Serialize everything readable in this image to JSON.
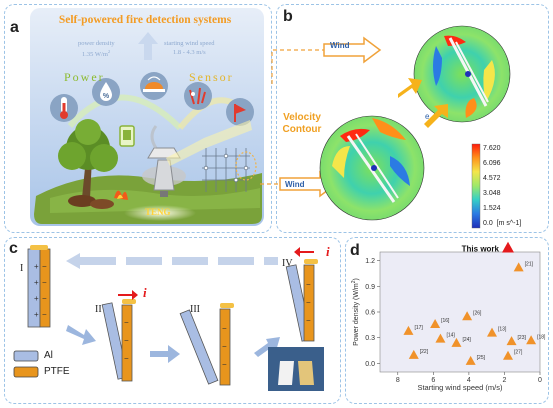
{
  "panels": {
    "a": "a",
    "b": "b",
    "c": "c",
    "d": "d"
  },
  "panel_a": {
    "title": "Self-powered fire detection systems",
    "power_density_label": "power density",
    "power_density_value": "1.35 W/m",
    "power_density_sup": "2",
    "starting_wind_label": "starting wind speed",
    "starting_wind_value": "1.8 - 4.3 m/s",
    "power_label": "Power",
    "sensor_label": "Sensor",
    "teng_label": "TENG",
    "icons": [
      "thermometer-icon",
      "humidity-icon",
      "alarm-icon",
      "wiring-icon",
      "flag-icon",
      "phone-icon"
    ]
  },
  "panel_b": {
    "wind_label_1": "Wind",
    "wind_label_2": "Wind",
    "velocity_label_1": "Velocity",
    "velocity_label_2": "Contour",
    "arrow_letter": "e",
    "colorbar_ticks": [
      "7.620",
      "6.096",
      "4.572",
      "3.048",
      "1.524",
      "0.0  [m s^-1]"
    ],
    "colorbar_colors": [
      "#ff1b0b",
      "#ff8f1a",
      "#f4e64a",
      "#9de86a",
      "#36d0c6",
      "#2b7be3",
      "#1f2fb8"
    ]
  },
  "panel_c": {
    "stages": [
      "I",
      "II",
      "III",
      "IV"
    ],
    "current_symbol": "i",
    "legend": [
      {
        "label": "Al",
        "color": "#a9bde3"
      },
      {
        "label": "PTFE",
        "color": "#e8951d"
      }
    ]
  },
  "panel_d": {
    "highlight_label": "This work"
  },
  "chart_data": {
    "type": "scatter",
    "title": "",
    "xlabel": "Starting wind speed (m/s)",
    "ylabel": "Power density (W/m2)",
    "x_ticks": [
      "8",
      "6",
      "4",
      "2",
      "0"
    ],
    "y_ticks": [
      "0.0",
      "0.3",
      "0.6",
      "0.9",
      "1.2"
    ],
    "xlim": [
      9,
      0
    ],
    "ylim": [
      -0.1,
      1.3
    ],
    "x_reversed": true,
    "grid": false,
    "colors": {
      "points": "#f0922a",
      "highlight": "#e41a1c"
    },
    "points": [
      {
        "label": "[17]",
        "x": 7.4,
        "y": 0.38
      },
      {
        "label": "[16]",
        "x": 5.9,
        "y": 0.46
      },
      {
        "label": "[26]",
        "x": 4.1,
        "y": 0.55
      },
      {
        "label": "[14]",
        "x": 5.6,
        "y": 0.29
      },
      {
        "label": "[24]",
        "x": 4.7,
        "y": 0.24
      },
      {
        "label": "[22]",
        "x": 7.1,
        "y": 0.1
      },
      {
        "label": "[25]",
        "x": 3.9,
        "y": 0.03
      },
      {
        "label": "[13]",
        "x": 2.7,
        "y": 0.36
      },
      {
        "label": "[27]",
        "x": 1.8,
        "y": 0.09
      },
      {
        "label": "[23]",
        "x": 1.6,
        "y": 0.26
      },
      {
        "label": "[18]",
        "x": 0.5,
        "y": 0.27
      },
      {
        "label": "[21]",
        "x": 1.2,
        "y": 1.12
      }
    ],
    "highlight": {
      "label": "This work",
      "x": 1.8,
      "y": 1.35
    }
  }
}
